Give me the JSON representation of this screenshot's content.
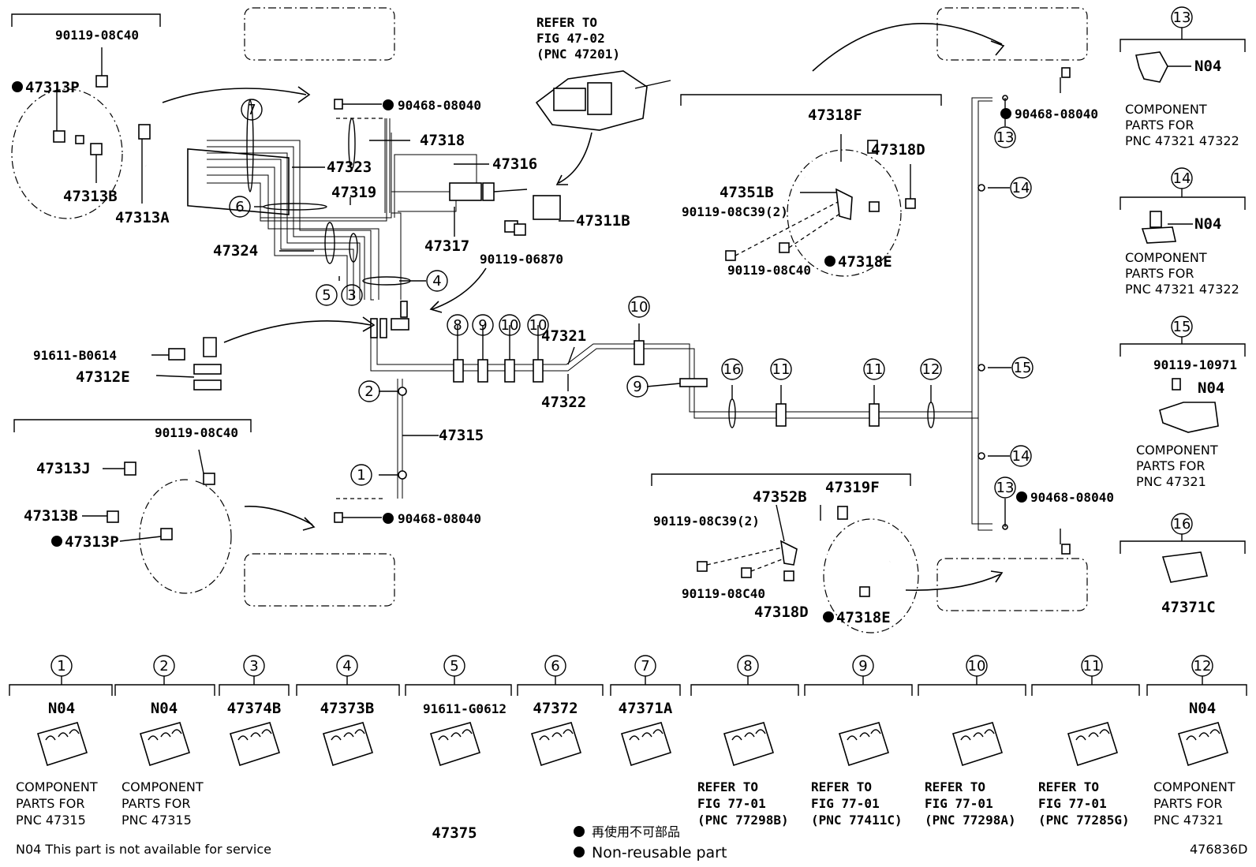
{
  "diagram": {
    "fig_code": "476836D",
    "legend": {
      "n04_note": "N04 This part is not available for service",
      "nonreusable_jp": "再使用不可部品",
      "nonreusable_en": "Non-reusable part"
    },
    "callouts": {
      "refer_master": [
        "REFER TO",
        "FIG 47-02",
        "(PNC 47201)"
      ],
      "p90119_08C40_a": "90119-08C40",
      "p47313P_a": "47313P",
      "p47313B_a": "47313B",
      "p47313A": "47313A",
      "p90468_a": "90468-08040",
      "p47318": "47318",
      "p47323": "47323",
      "p47316": "47316",
      "p47319": "47319",
      "p47311B": "47311B",
      "p47324": "47324",
      "p47317": "47317",
      "p90119_06870": "90119-06870",
      "p91611_B0614": "91611-B0614",
      "p47312E": "47312E",
      "p47321": "47321",
      "p47322": "47322",
      "p47315": "47315",
      "p90119_08C40_b": "90119-08C40",
      "p47313J": "47313J",
      "p47313B_b": "47313B",
      "p47313P_b": "47313P",
      "p90468_b": "90468-08040",
      "p47318F": "47318F",
      "p47318D_a": "47318D",
      "p47351B": "47351B",
      "p90119_08C39_a": "90119-08C39(2)",
      "p90119_08C40_c": "90119-08C40",
      "p47318E_a": "47318E",
      "p90468_c": "90468-08040",
      "p90468_d": "90468-08040",
      "p47352B": "47352B",
      "p47319F": "47319F",
      "p90119_08C39_b": "90119-08C39(2)",
      "p90119_08C40_d": "90119-08C40",
      "p47318D_b": "47318D",
      "p47318E_b": "47318E"
    },
    "side_panels": [
      {
        "num": "13",
        "code": "N04",
        "lines": [
          "COMPONENT",
          "PARTS FOR",
          "PNC 47321 47322"
        ]
      },
      {
        "num": "14",
        "code": "N04",
        "lines": [
          "COMPONENT",
          "PARTS FOR",
          "PNC 47321 47322"
        ]
      },
      {
        "num": "15",
        "code": "N04",
        "sub": "90119-10971",
        "lines": [
          "COMPONENT",
          "PARTS FOR",
          "PNC 47321"
        ]
      },
      {
        "num": "16",
        "code": "47371C",
        "lines": []
      }
    ],
    "bottom_clamps": [
      {
        "num": "1",
        "code": "N04",
        "lines": [
          "COMPONENT",
          "PARTS FOR",
          "PNC 47315"
        ]
      },
      {
        "num": "2",
        "code": "N04",
        "lines": [
          "COMPONENT",
          "PARTS FOR",
          "PNC 47315"
        ]
      },
      {
        "num": "3",
        "code": "47374B",
        "lines": []
      },
      {
        "num": "4",
        "code": "47373B",
        "lines": []
      },
      {
        "num": "5",
        "code": "91611-G0612",
        "sub": "47375",
        "lines": []
      },
      {
        "num": "6",
        "code": "47372",
        "lines": []
      },
      {
        "num": "7",
        "code": "47371A",
        "lines": []
      },
      {
        "num": "8",
        "code": "",
        "lines": [
          "REFER TO",
          "FIG 77-01",
          "(PNC 77298B)"
        ]
      },
      {
        "num": "9",
        "code": "",
        "lines": [
          "REFER TO",
          "FIG 77-01",
          "(PNC 77411C)"
        ]
      },
      {
        "num": "10",
        "code": "",
        "lines": [
          "REFER TO",
          "FIG 77-01",
          "(PNC 77298A)"
        ]
      },
      {
        "num": "11",
        "code": "",
        "lines": [
          "REFER TO",
          "FIG 77-01",
          "(PNC 77285G)"
        ]
      },
      {
        "num": "12",
        "code": "N04",
        "lines": [
          "COMPONENT",
          "PARTS FOR",
          "PNC 47321"
        ]
      }
    ],
    "ref_nums": {
      "c1": "1",
      "c2": "2",
      "c3": "3",
      "c4": "4",
      "c5": "5",
      "c6": "6",
      "c7": "7",
      "c8": "8",
      "c9": "9",
      "c10a": "10",
      "c10b": "10",
      "c10c": "10",
      "c9b": "9",
      "c16": "16",
      "c11a": "11",
      "c11b": "11",
      "c12": "12",
      "c13a": "13",
      "c14a": "14",
      "c15": "15",
      "c14b": "14",
      "c13b": "13"
    }
  }
}
